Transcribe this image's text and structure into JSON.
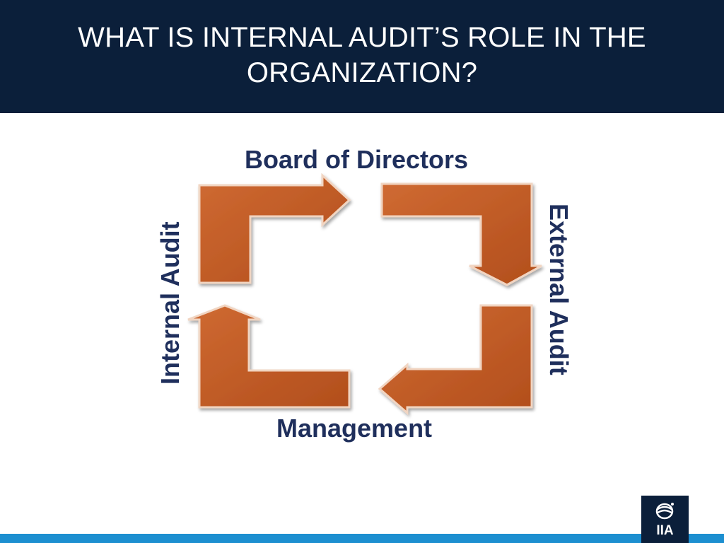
{
  "header": {
    "title_line1": "WHAT IS INTERNAL AUDIT’S ROLE IN THE",
    "title_line2": "ORGANIZATION?"
  },
  "diagram": {
    "top_label": "Board of Directors",
    "right_label": "External Audit",
    "bottom_label": "Management",
    "left_label": "Internal Audit"
  },
  "logo": {
    "text": "IIA"
  },
  "colors": {
    "header_bg": "#0b1f3a",
    "arrow": "#c15b24",
    "label_text": "#1f2f5c",
    "footer_bar": "#1c8fd0"
  },
  "icons": [
    "arrow-right-icon",
    "arrow-down-icon",
    "arrow-left-icon",
    "arrow-up-icon",
    "globe-icon"
  ]
}
